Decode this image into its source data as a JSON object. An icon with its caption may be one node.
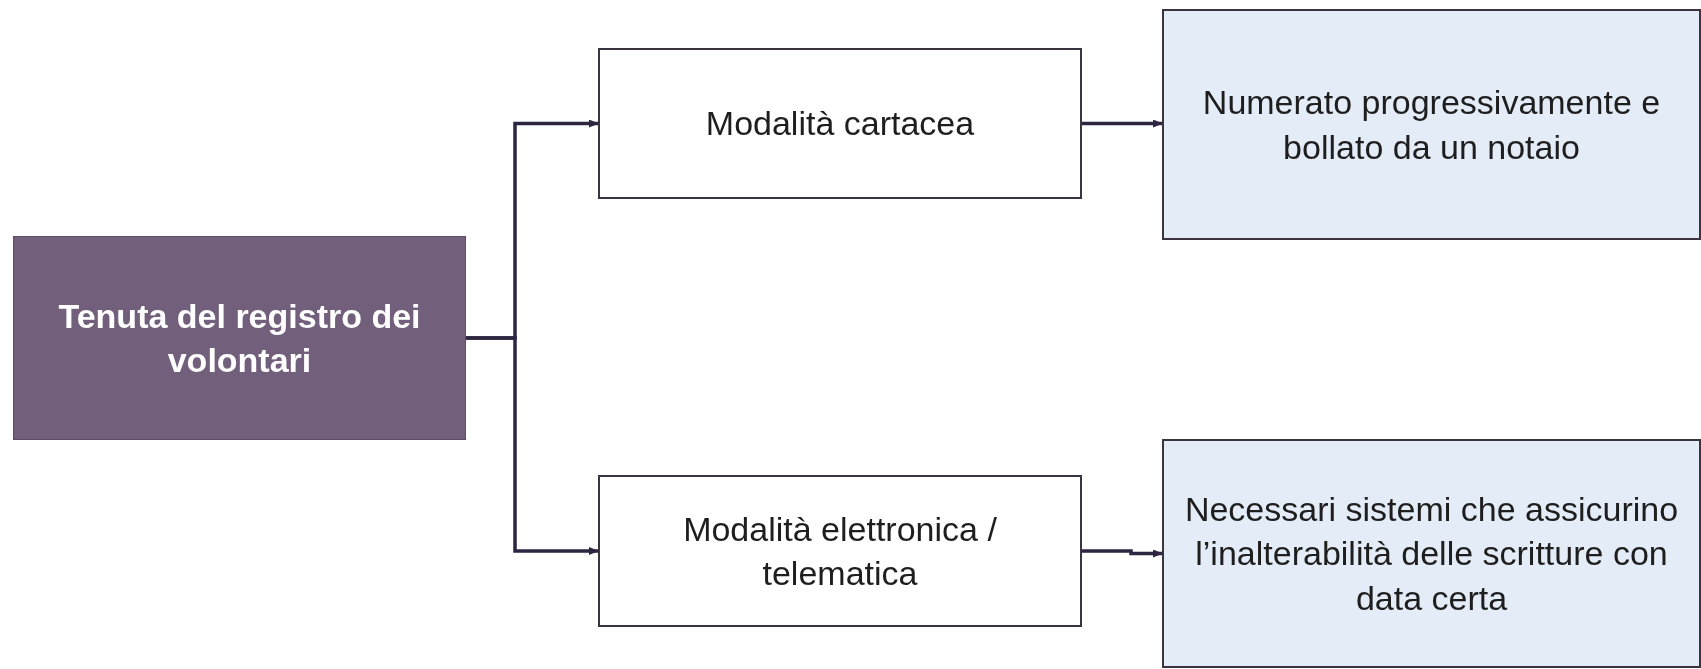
{
  "diagram": {
    "nodes": [
      {
        "text": [
          "Tenuta del registro dei volontari"
        ]
      },
      {
        "text": [
          "Modalità cartacea"
        ]
      },
      {
        "text": [
          "Modalità elettronica / telematica"
        ]
      },
      {
        "text": [
          "Numerato progressivamente e bollato da un notaio"
        ]
      },
      {
        "text": [
          "Necessari sistemi che assicurino l’inalterabilità delle scritture con data certa"
        ]
      }
    ],
    "edges": [
      {
        "from": 0,
        "to": 1,
        "arrow": "to"
      },
      {
        "from": 0,
        "to": 2,
        "arrow": "to"
      },
      {
        "from": 1,
        "to": 3,
        "arrow": "to"
      },
      {
        "from": 2,
        "to": 4,
        "arrow": "to"
      }
    ]
  }
}
